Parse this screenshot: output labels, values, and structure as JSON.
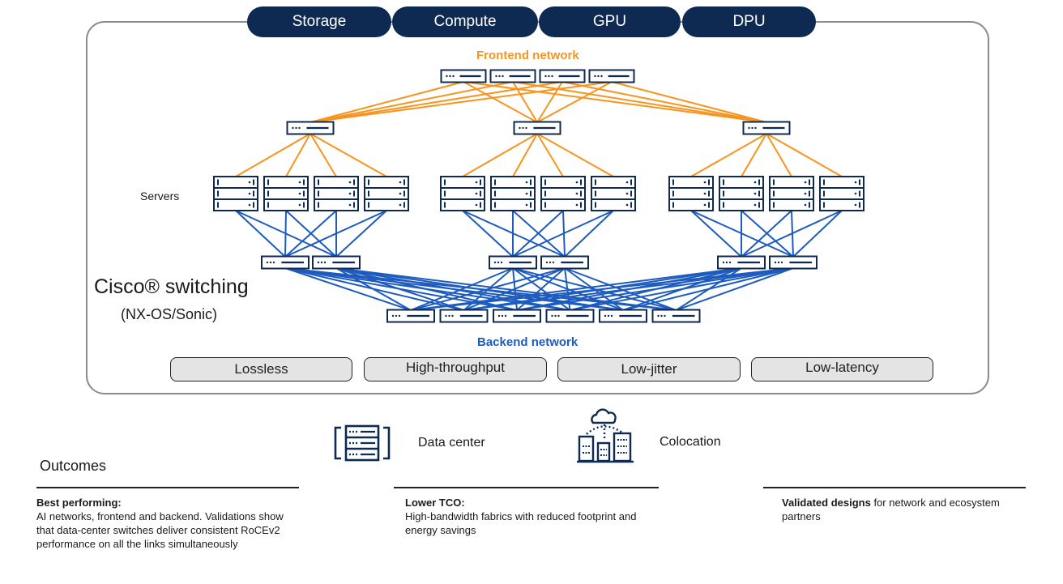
{
  "colors": {
    "navy": "#0f2a52",
    "frontend_orange": "#f7941d",
    "backend_blue": "#1d5bbf",
    "frame_gray": "#8c8c8c",
    "feature_fill": "#e4e4e4"
  },
  "workloads": [
    "Storage",
    "Compute",
    "GPU",
    "DPU"
  ],
  "frontend_label": "Frontend network",
  "backend_label": "Backend network",
  "servers_label": "Servers",
  "brand": {
    "title": "Cisco® switching",
    "subtitle": "(NX-OS/Sonic)"
  },
  "features": [
    "Lossless",
    "High-throughput",
    "Low-jitter",
    "Low-latency"
  ],
  "deployments": [
    {
      "label": "Data center",
      "icon": "data-center-icon"
    },
    {
      "label": "Colocation",
      "icon": "colocation-icon"
    }
  ],
  "outcomes": {
    "heading": "Outcomes",
    "items": [
      {
        "bold": "Best performing:",
        "text": "AI networks, frontend and backend. Validations show that data-center switches deliver consistent RoCEv2 performance on all the links simultaneously"
      },
      {
        "bold": "Lower TCO:",
        "text": "High-bandwidth fabrics with reduced footprint and energy savings"
      },
      {
        "bold": "Validated designs",
        "text": " for network and ecosystem partners"
      }
    ]
  },
  "topology": {
    "frontend_spines": 4,
    "frontend_leaves": 3,
    "server_groups": 3,
    "servers_per_group": 4,
    "backend_leaves_per_group": 2,
    "backend_spines": 6
  }
}
